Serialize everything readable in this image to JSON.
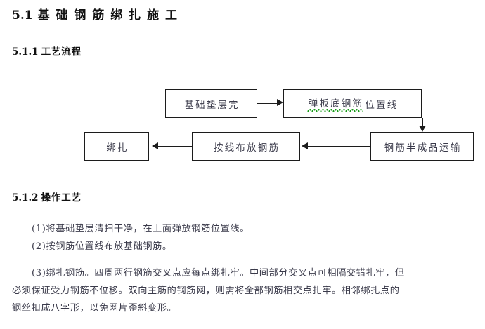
{
  "document": {
    "title": "基础钢筋绑扎施工",
    "section_number": "5.1"
  },
  "headings": {
    "h1_num": "5.1",
    "h1_text": "基 础 钢 筋 绑 扎 施 工",
    "h2_flow_num": "5.1.1",
    "h2_flow_text": "工艺流程",
    "h2_oper_num": "5.1.2",
    "h2_oper_text": "操作工艺"
  },
  "flowchart": {
    "type": "process-flow",
    "nodes": [
      {
        "id": "base",
        "label": "基础垫层完",
        "misspelled": false
      },
      {
        "id": "line",
        "label_a": "弹板底钢筋",
        "label_b": "位置线",
        "misspelled": true
      },
      {
        "id": "trans",
        "label": "钢筋半成品运输",
        "misspelled": false
      },
      {
        "id": "place",
        "label": "按线布放钢筋",
        "misspelled": false
      },
      {
        "id": "tie",
        "label": "绑扎",
        "misspelled": false
      }
    ],
    "edges": [
      {
        "from": "base",
        "to": "line",
        "direction": "right"
      },
      {
        "from": "line",
        "to": "trans",
        "direction": "down"
      },
      {
        "from": "trans",
        "to": "place",
        "direction": "left"
      },
      {
        "from": "place",
        "to": "tie",
        "direction": "left"
      }
    ],
    "spellcheck_underline_color": "#1a9c1a",
    "border_color": "#1c1c1c"
  },
  "body": {
    "item1": "(1)将基础垫层清扫干净，在上面弹放钢筋位置线。",
    "item2": "(2)按钢筋位置线布放基础钢筋。",
    "item3_line1": "(3)绑扎钢筋。四周两行钢筋交叉点应每点绑扎牢。中间部分交叉点可相隔交错扎牢，但",
    "item3_line2": "必须保证受力钢筋不位移。双向主筋的钢筋网，则需将全部钢筋相交点扎牢。相邻绑扎点的",
    "item3_line3": "钢丝扣成八字形，以免网片歪斜变形。"
  }
}
